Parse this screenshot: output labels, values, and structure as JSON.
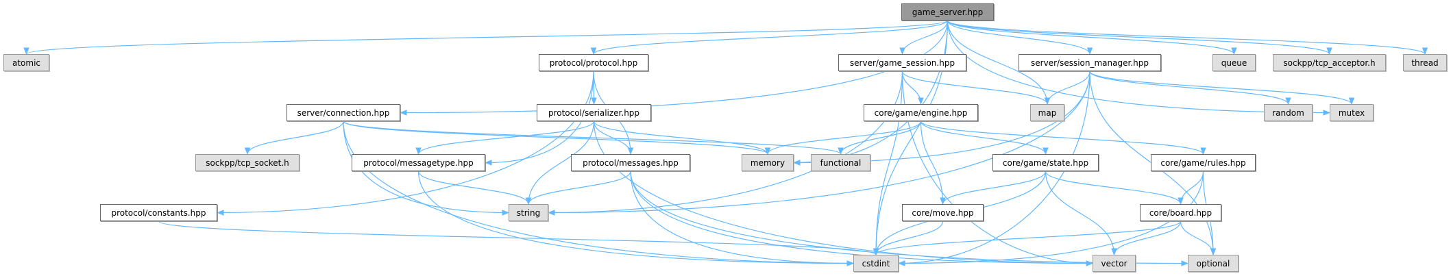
{
  "title": "game_server.hpp",
  "colors": {
    "edge": "#63b8ff",
    "root_fill": "#999999",
    "external_fill": "#e0e0e0",
    "local_fill": "#ffffff"
  },
  "nodes": {
    "game_server": {
      "label": "game_server.hpp",
      "kind": "root"
    },
    "atomic": {
      "label": "atomic",
      "kind": "ext"
    },
    "protocol": {
      "label": "protocol/protocol.hpp",
      "kind": "local"
    },
    "game_session": {
      "label": "server/game_session.hpp",
      "kind": "local"
    },
    "session_manager": {
      "label": "server/session_manager.hpp",
      "kind": "local"
    },
    "queue": {
      "label": "queue",
      "kind": "ext"
    },
    "tcp_acceptor": {
      "label": "sockpp/tcp_acceptor.h",
      "kind": "ext"
    },
    "thread": {
      "label": "thread",
      "kind": "ext"
    },
    "connection": {
      "label": "server/connection.hpp",
      "kind": "local"
    },
    "serializer": {
      "label": "protocol/serializer.hpp",
      "kind": "local"
    },
    "engine": {
      "label": "core/game/engine.hpp",
      "kind": "local"
    },
    "map": {
      "label": "map",
      "kind": "ext"
    },
    "random": {
      "label": "random",
      "kind": "ext"
    },
    "mutex": {
      "label": "mutex",
      "kind": "ext"
    },
    "tcp_socket": {
      "label": "sockpp/tcp_socket.h",
      "kind": "ext"
    },
    "messagetype": {
      "label": "protocol/messagetype.hpp",
      "kind": "local"
    },
    "messages": {
      "label": "protocol/messages.hpp",
      "kind": "local"
    },
    "memory": {
      "label": "memory",
      "kind": "ext"
    },
    "functional": {
      "label": "functional",
      "kind": "ext"
    },
    "state": {
      "label": "core/game/state.hpp",
      "kind": "local"
    },
    "rules": {
      "label": "core/game/rules.hpp",
      "kind": "local"
    },
    "constants": {
      "label": "protocol/constants.hpp",
      "kind": "local"
    },
    "string": {
      "label": "string",
      "kind": "ext"
    },
    "move": {
      "label": "core/move.hpp",
      "kind": "local"
    },
    "board": {
      "label": "core/board.hpp",
      "kind": "local"
    },
    "cstdint": {
      "label": "cstdint",
      "kind": "ext"
    },
    "vector": {
      "label": "vector",
      "kind": "ext"
    },
    "optional": {
      "label": "optional",
      "kind": "ext"
    }
  },
  "edges": [
    [
      "game_server",
      "atomic"
    ],
    [
      "game_server",
      "cstdint"
    ],
    [
      "game_server",
      "connection"
    ],
    [
      "game_server",
      "protocol"
    ],
    [
      "game_server",
      "memory"
    ],
    [
      "game_server",
      "game_session"
    ],
    [
      "game_server",
      "map"
    ],
    [
      "game_server",
      "session_manager"
    ],
    [
      "game_server",
      "queue"
    ],
    [
      "game_server",
      "tcp_acceptor"
    ],
    [
      "game_server",
      "thread"
    ],
    [
      "game_server",
      "mutex"
    ],
    [
      "protocol",
      "constants"
    ],
    [
      "protocol",
      "messagetype"
    ],
    [
      "protocol",
      "serializer"
    ],
    [
      "protocol",
      "messages"
    ],
    [
      "game_session",
      "string"
    ],
    [
      "game_session",
      "cstdint"
    ],
    [
      "game_session",
      "engine"
    ],
    [
      "game_session",
      "map"
    ],
    [
      "game_session",
      "vector"
    ],
    [
      "session_manager",
      "memory"
    ],
    [
      "session_manager",
      "map"
    ],
    [
      "session_manager",
      "string"
    ],
    [
      "session_manager",
      "cstdint"
    ],
    [
      "session_manager",
      "random"
    ],
    [
      "session_manager",
      "mutex"
    ],
    [
      "session_manager",
      "optional"
    ],
    [
      "connection",
      "tcp_socket"
    ],
    [
      "connection",
      "string"
    ],
    [
      "connection",
      "cstdint"
    ],
    [
      "connection",
      "memory"
    ],
    [
      "connection",
      "functional"
    ],
    [
      "serializer",
      "messagetype"
    ],
    [
      "serializer",
      "string"
    ],
    [
      "serializer",
      "messages"
    ],
    [
      "serializer",
      "memory"
    ],
    [
      "serializer",
      "vector"
    ],
    [
      "messagetype",
      "string"
    ],
    [
      "messagetype",
      "cstdint"
    ],
    [
      "messages",
      "string"
    ],
    [
      "messages",
      "cstdint"
    ],
    [
      "messages",
      "vector"
    ],
    [
      "messages",
      "optional"
    ],
    [
      "constants",
      "cstdint"
    ],
    [
      "engine",
      "memory"
    ],
    [
      "engine",
      "functional"
    ],
    [
      "engine",
      "move"
    ],
    [
      "engine",
      "state"
    ],
    [
      "engine",
      "rules"
    ],
    [
      "state",
      "move"
    ],
    [
      "state",
      "cstdint"
    ],
    [
      "state",
      "vector"
    ],
    [
      "state",
      "board"
    ],
    [
      "rules",
      "board"
    ],
    [
      "rules",
      "optional"
    ],
    [
      "rules",
      "cstdint"
    ],
    [
      "move",
      "cstdint"
    ],
    [
      "board",
      "vector"
    ],
    [
      "board",
      "optional"
    ],
    [
      "board",
      "cstdint"
    ]
  ]
}
